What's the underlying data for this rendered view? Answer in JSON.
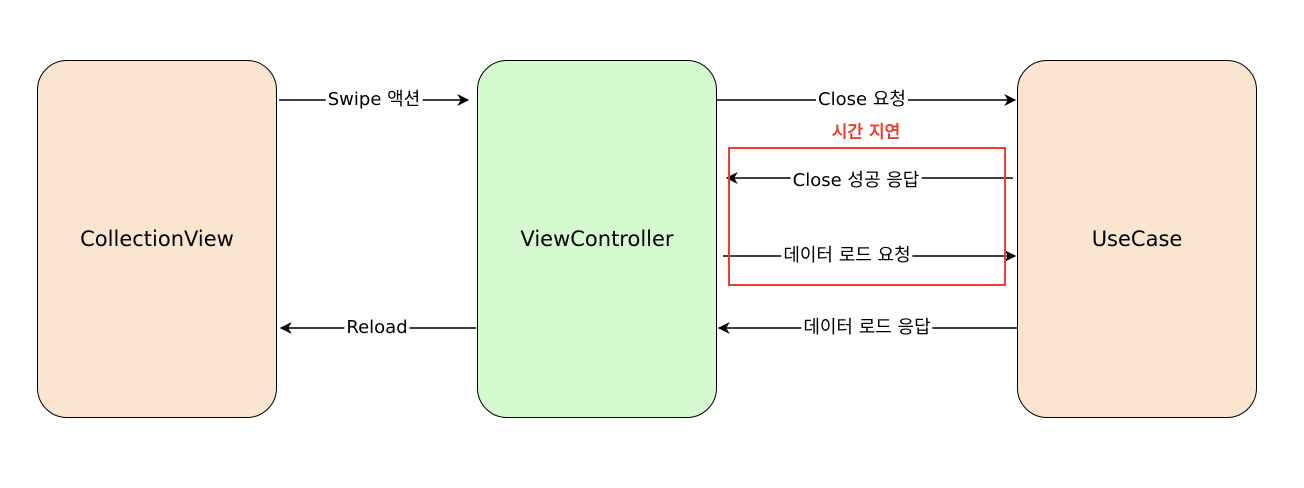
{
  "nodes": {
    "collection_view": "CollectionView",
    "view_controller": "ViewController",
    "use_case": "UseCase"
  },
  "edges": {
    "swipe": "Swipe 액션",
    "close_request": "Close 요청",
    "close_success": "Close 성공 응답",
    "data_load_request": "데이터 로드 요청",
    "data_load_response": "데이터 로드 응답",
    "reload": "Reload"
  },
  "annotation": {
    "time_delay": "시간 지연"
  },
  "colors": {
    "left_node_fill": "#fae6d0",
    "middle_node_fill": "#d5fad0",
    "right_node_fill": "#fae6d0",
    "highlight": "#e8412f"
  }
}
